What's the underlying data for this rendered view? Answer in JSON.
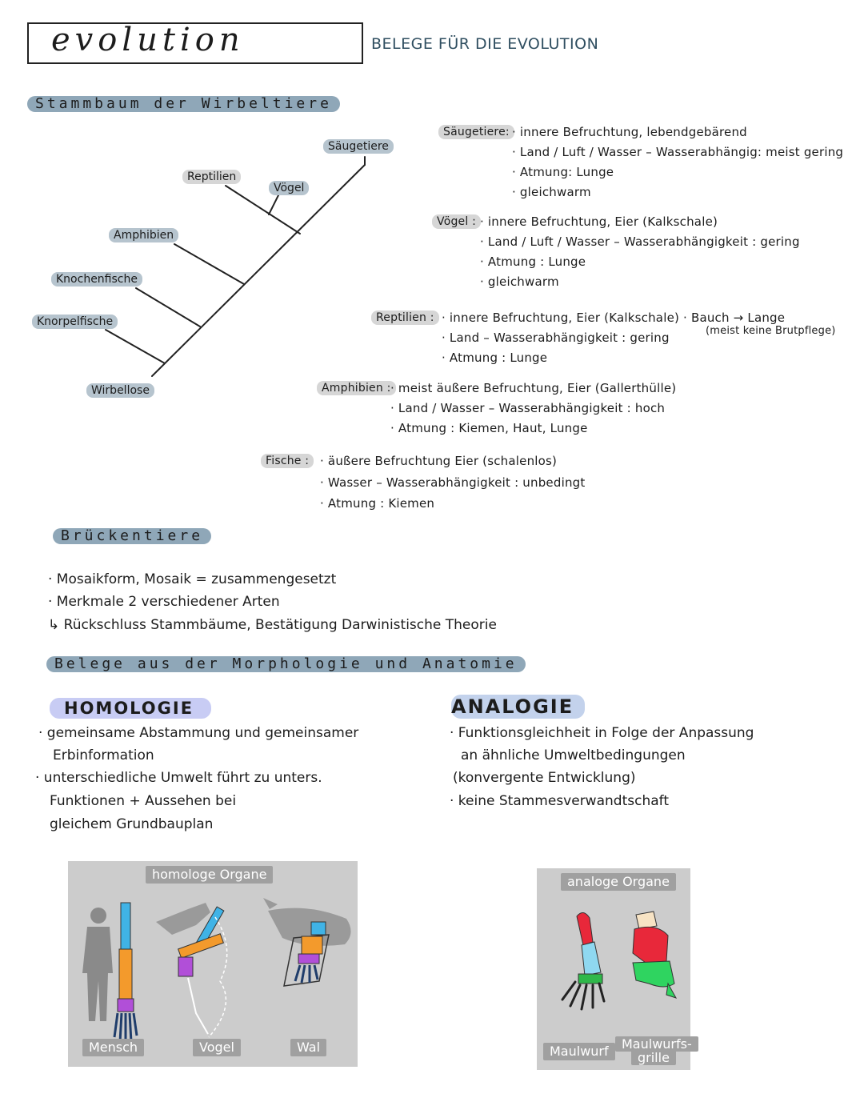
{
  "header": {
    "title": "evolution",
    "subtitle": "BELEGE FÜR DIE EVOLUTION"
  },
  "stammbaum": {
    "heading": "Stammbaum der Wirbeltiere",
    "labels": {
      "saeugetiere": "Säugetiere",
      "reptilien": "Reptilien",
      "voegel": "Vögel",
      "amphibien": "Amphibien",
      "knochenfische": "Knochenfische",
      "knorpelfische": "Knorpelfische",
      "wirbellose": "Wirbellose"
    }
  },
  "klassen": {
    "saeugetiere": {
      "label": "Säugetiere:",
      "lines": [
        "· innere Befruchtung, lebendgebärend",
        "· Land / Luft / Wasser – Wasserabhängig: meist gering",
        "· Atmung: Lunge",
        "· gleichwarm"
      ]
    },
    "voegel": {
      "label": "Vögel :",
      "lines": [
        "· innere Befruchtung, Eier (Kalkschale)",
        "· Land / Luft / Wasser – Wasserabhängigkeit : gering",
        "· Atmung : Lunge",
        "· gleichwarm"
      ]
    },
    "reptilien": {
      "label": "Reptilien :",
      "lines": [
        "· innere Befruchtung, Eier (Kalkschale) · Bauch → Lange",
        "· Land – Wasserabhängigkeit : gering",
        "· Atmung : Lunge"
      ],
      "note": "(meist keine Brutpflege)"
    },
    "amphibien": {
      "label": "Amphibien :",
      "lines": [
        "· meist äußere Befruchtung, Eier (Gallerthülle)",
        "· Land / Wasser – Wasserabhängigkeit : hoch",
        "· Atmung : Kiemen, Haut, Lunge"
      ]
    },
    "fische": {
      "label": "Fische :",
      "lines": [
        "· äußere Befruchtung Eier (schalenlos)",
        "· Wasser – Wasserabhängigkeit : unbedingt",
        "· Atmung : Kiemen"
      ]
    }
  },
  "brueckentiere": {
    "heading": "Brückentiere",
    "lines": [
      "· Mosaikform, Mosaik = zusammengesetzt",
      "· Merkmale 2 verschiedener Arten",
      "↳ Rückschluss Stammbäume, Bestätigung Darwinistische Theorie"
    ]
  },
  "morphologie": {
    "heading": "Belege aus der Morphologie und Anatomie",
    "homologie": {
      "title": "HOMOLOGIE",
      "lines": [
        "· gemeinsame Abstammung und gemeinsamer",
        "Erbinformation",
        "· unterschiedliche Umwelt führt zu unters.",
        "Funktionen + Aussehen bei",
        "gleichem Grundbauplan"
      ]
    },
    "analogie": {
      "title": "ANALOGIE",
      "lines": [
        "· Funktionsgleichheit in Folge der Anpassung",
        "an ähnliche Umweltbedingungen",
        "(konvergente Entwicklung)",
        "· keine Stammesverwandtschaft"
      ]
    }
  },
  "figures": {
    "homolog": {
      "title": "homologe Organe",
      "labels": [
        "Mensch",
        "Vogel",
        "Wal"
      ]
    },
    "analog": {
      "title": "analoge Organe",
      "labels": [
        "Maulwurf",
        "Maulwurfs-",
        "grille"
      ]
    }
  },
  "colors": {
    "heading_bar": "#8fa7b8",
    "tag_bg": "#b6c4ce",
    "homologie_bg": "#c8ccf4",
    "analogie_bg": "#c3d2ec",
    "subtitle": "#2f4e60",
    "panel_bg": "#cccccc"
  }
}
